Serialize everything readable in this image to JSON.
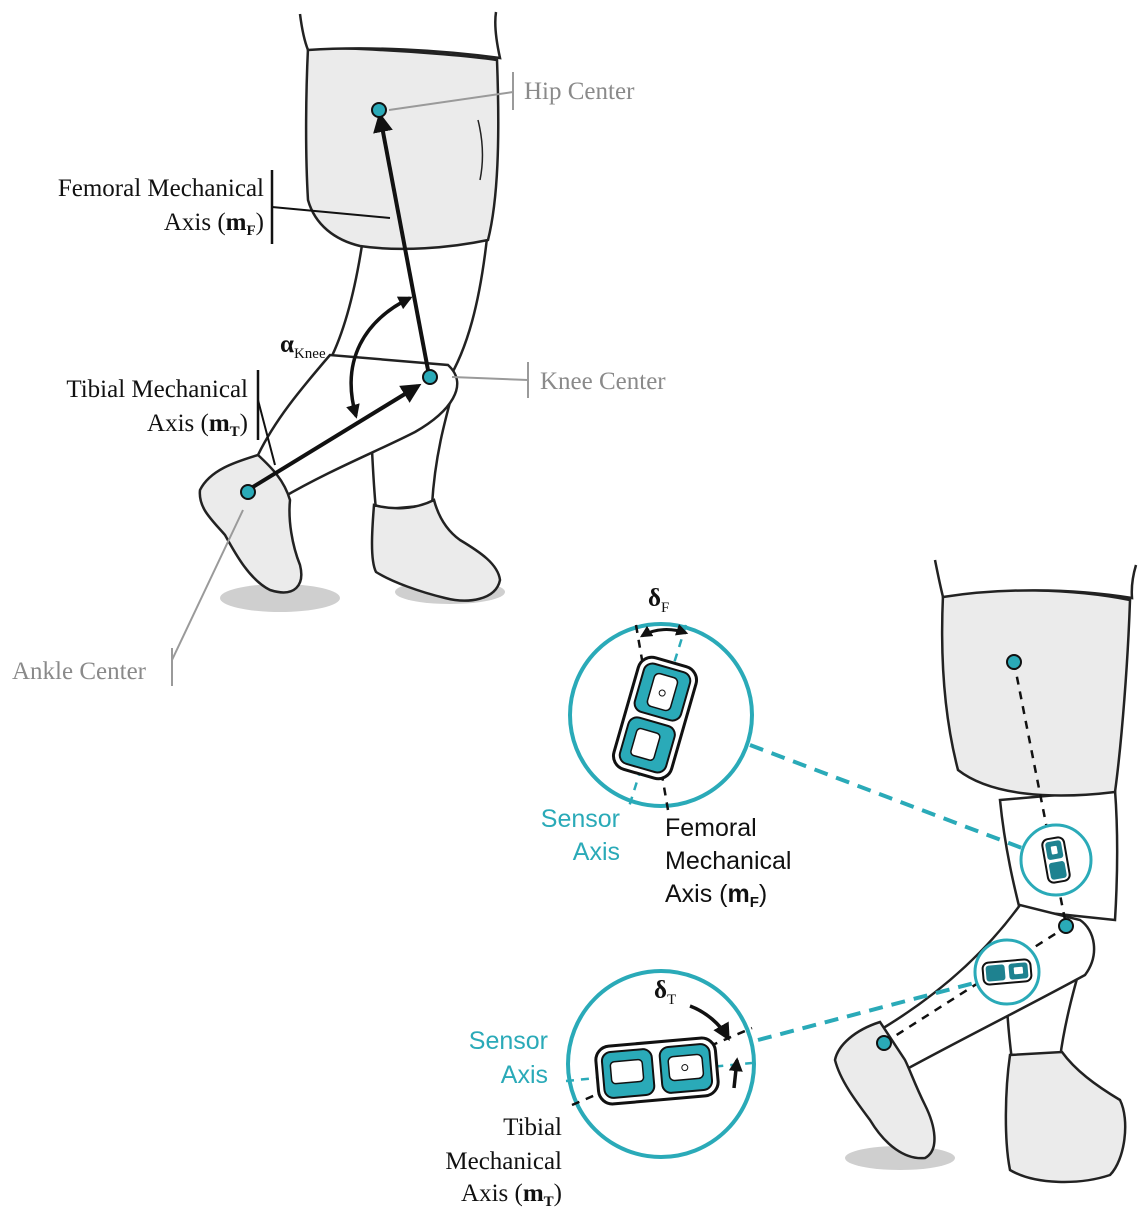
{
  "colors": {
    "accent_teal": "#2aaab8",
    "dark_teal": "#1e8290",
    "skin_fill": "#ebebeb",
    "outline": "#222222",
    "label_gray": "#8a8a8a"
  },
  "left_figure": {
    "hip_label": "Hip Center",
    "knee_label": "Knee Center",
    "ankle_label": "Ankle Center",
    "femoral": {
      "line1": "Femoral Mechanical",
      "line2_prefix": "Axis (",
      "symbol": "m",
      "subscript": "F",
      "suffix": ")"
    },
    "tibial": {
      "line1": "Tibial Mechanical",
      "line2_prefix": "Axis (",
      "symbol": "m",
      "subscript": "T",
      "suffix": ")"
    },
    "angle": {
      "symbol": "α",
      "subscript": "Knee"
    }
  },
  "femoral_inset": {
    "delta_symbol": "δ",
    "delta_subscript": "F",
    "sensor_line1": "Sensor",
    "sensor_line2": "Axis",
    "mech_line1": "Femoral",
    "mech_line2": "Mechanical",
    "mech_line3_prefix": "Axis (",
    "mech_symbol": "m",
    "mech_subscript": "F",
    "mech_suffix": ")"
  },
  "tibial_inset": {
    "delta_symbol": "δ",
    "delta_subscript": "T",
    "sensor_line1": "Sensor",
    "sensor_line2": "Axis",
    "mech_line1": "Tibial",
    "mech_line2": "Mechanical",
    "mech_line3_prefix": "Axis (",
    "mech_symbol": "m",
    "mech_subscript": "T",
    "mech_suffix": ")"
  }
}
